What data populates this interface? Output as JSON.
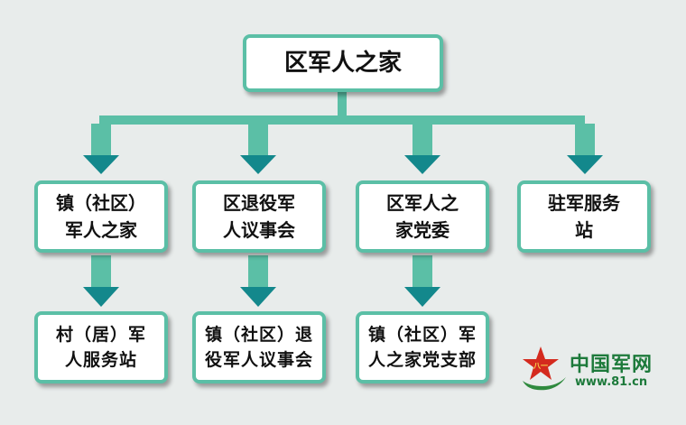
{
  "root": "区军人之家",
  "level1": [
    {
      "lines": [
        "镇（社区）",
        "军人之家"
      ]
    },
    {
      "lines": [
        "区退役军",
        "人议事会"
      ]
    },
    {
      "lines": [
        "区军人之",
        "家党委"
      ]
    },
    {
      "lines": [
        "驻军服务",
        "站"
      ]
    }
  ],
  "level2": [
    {
      "lines": [
        "村（居）军",
        "人服务站"
      ]
    },
    {
      "lines": [
        "镇（社区）退",
        "役军人议事会"
      ]
    },
    {
      "lines": [
        "镇（社区）军",
        "人之家党支部"
      ]
    }
  ],
  "logo": {
    "name": "中国军网",
    "url": "www.81.cn",
    "emblem_text": "八一"
  },
  "colors": {
    "connector": "#5bbfa6",
    "arrow_head": "#13888c",
    "box_border": "#5bbfa6",
    "background": "#e8eceb"
  }
}
